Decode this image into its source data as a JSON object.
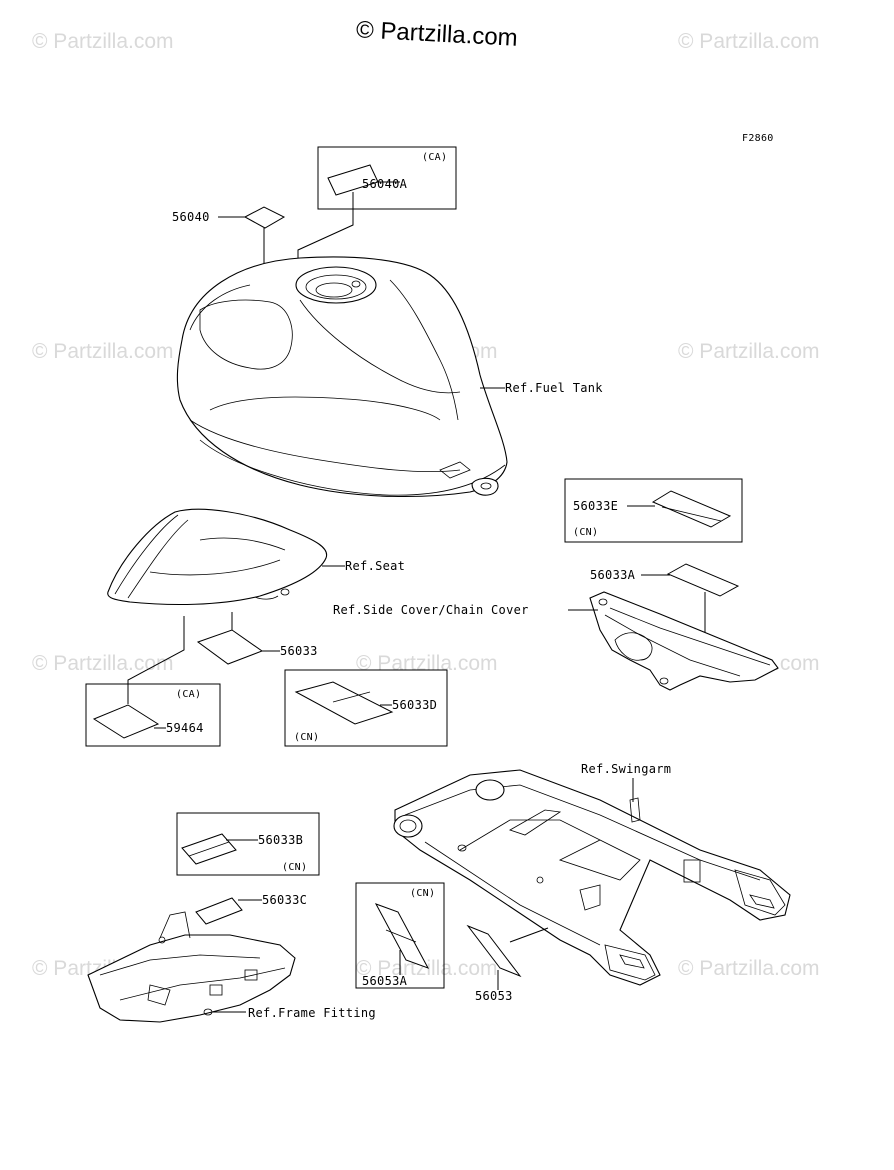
{
  "copyright": "© Partzilla.com",
  "figure_code": "F2860",
  "watermark_text": "© Partzilla.com",
  "part_labels": {
    "p56040A": "56040A",
    "p56040": "56040",
    "p56033E": "56033E",
    "p56033A": "56033A",
    "p56033": "56033",
    "p56033D": "56033D",
    "p59464": "59464",
    "p56033B": "56033B",
    "p56033C": "56033C",
    "p56053A": "56053A",
    "p56053": "56053"
  },
  "region_tags": {
    "ca_top": "(CA)",
    "cn_56033e": "(CN)",
    "ca_59464": "(CA)",
    "cn_56033d": "(CN)",
    "cn_56033b": "(CN)",
    "cn_56053a": "(CN)"
  },
  "ref_labels": {
    "fuel_tank": "Ref.Fuel Tank",
    "seat": "Ref.Seat",
    "side_cover": "Ref.Side Cover/Chain Cover",
    "swingarm": "Ref.Swingarm",
    "frame_fitting": "Ref.Frame Fitting"
  }
}
